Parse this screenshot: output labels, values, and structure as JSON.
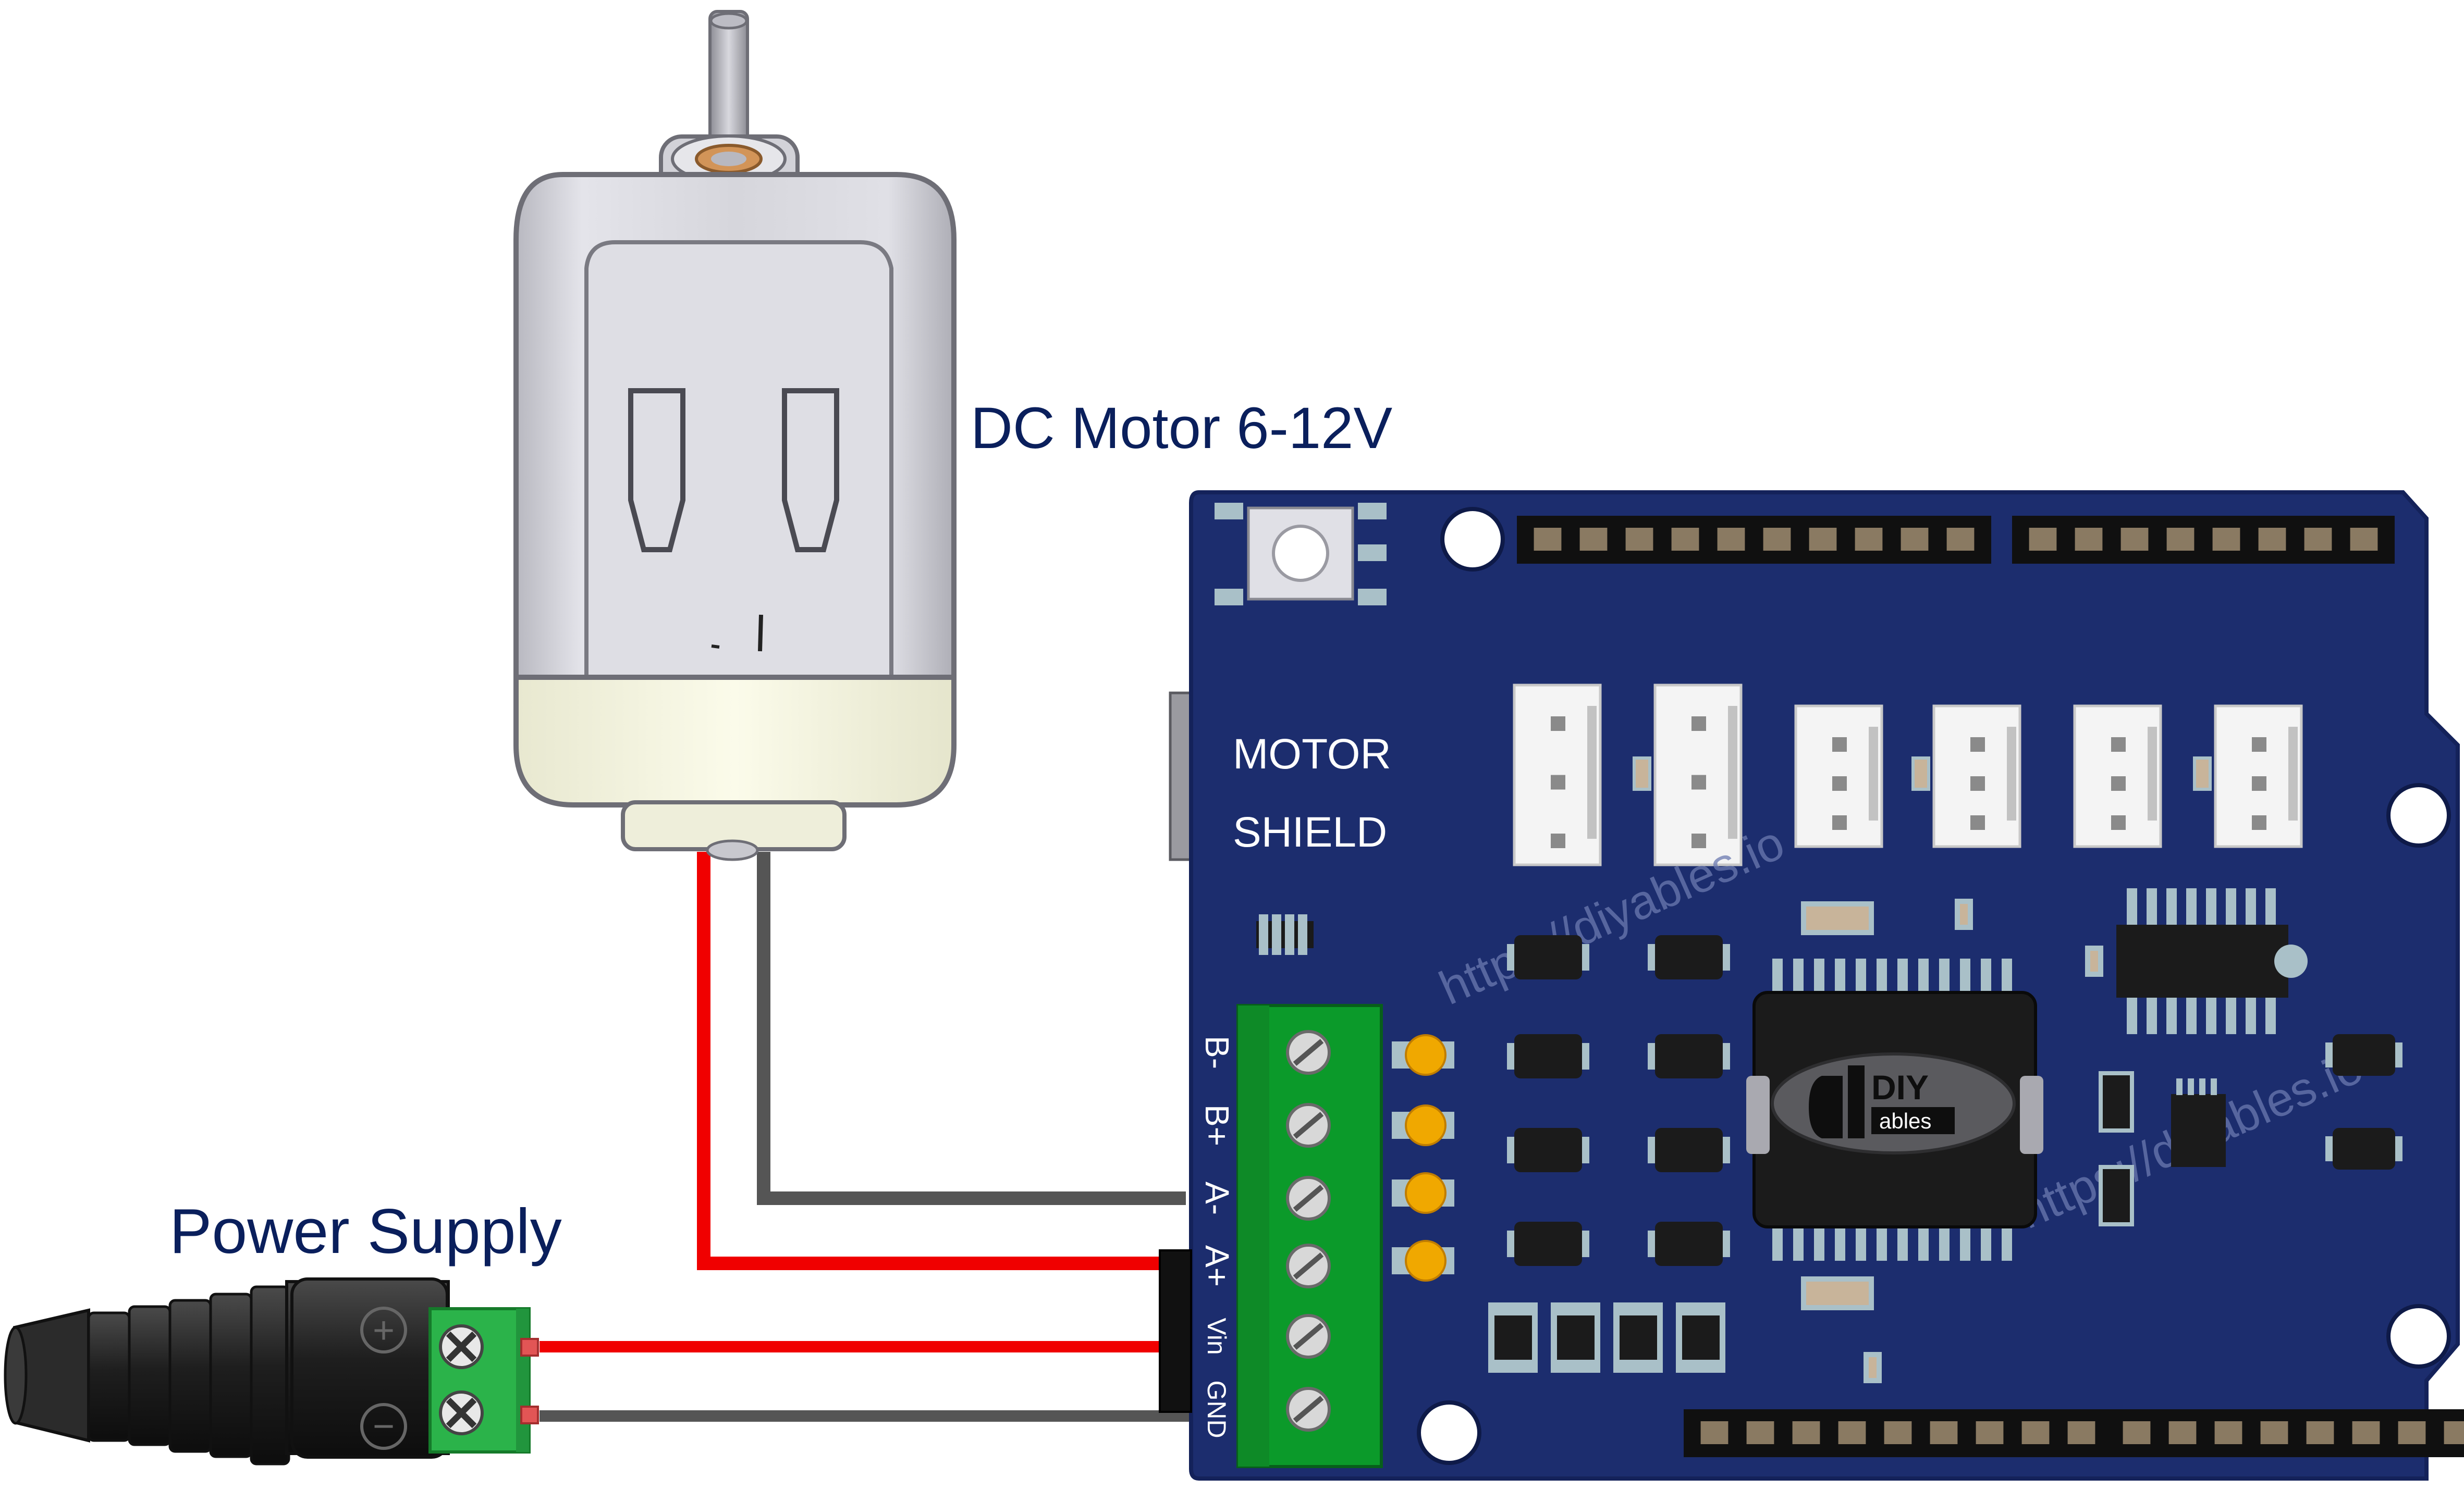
{
  "labels": {
    "motor": "DC Motor 6-12V",
    "power": "Power Supply",
    "shield_line1": "MOTOR",
    "shield_line2": "SHIELD",
    "logo_top": "DIY",
    "logo_bottom": "ables",
    "watermark1": "https://diyables.io",
    "watermark2": "https://diyables.io"
  },
  "terminals": [
    "B-",
    "B+",
    "A-",
    "A+",
    "Vin",
    "GND"
  ],
  "power_jack_symbols": {
    "plus": "+",
    "minus": "−"
  },
  "colors": {
    "board": "#1c2d6e",
    "board_edge": "#14225a",
    "terminal_block": "#0b9a2a",
    "wire_red": "#f00000",
    "wire_gray": "#555555",
    "label_text": "#0a1f5c",
    "motor_body": "#d9d9de",
    "led": "#f0a800"
  },
  "icons": [
    "dc-motor-icon",
    "dc-power-jack-icon",
    "motor-shield-board",
    "diyables-logo-icon"
  ]
}
